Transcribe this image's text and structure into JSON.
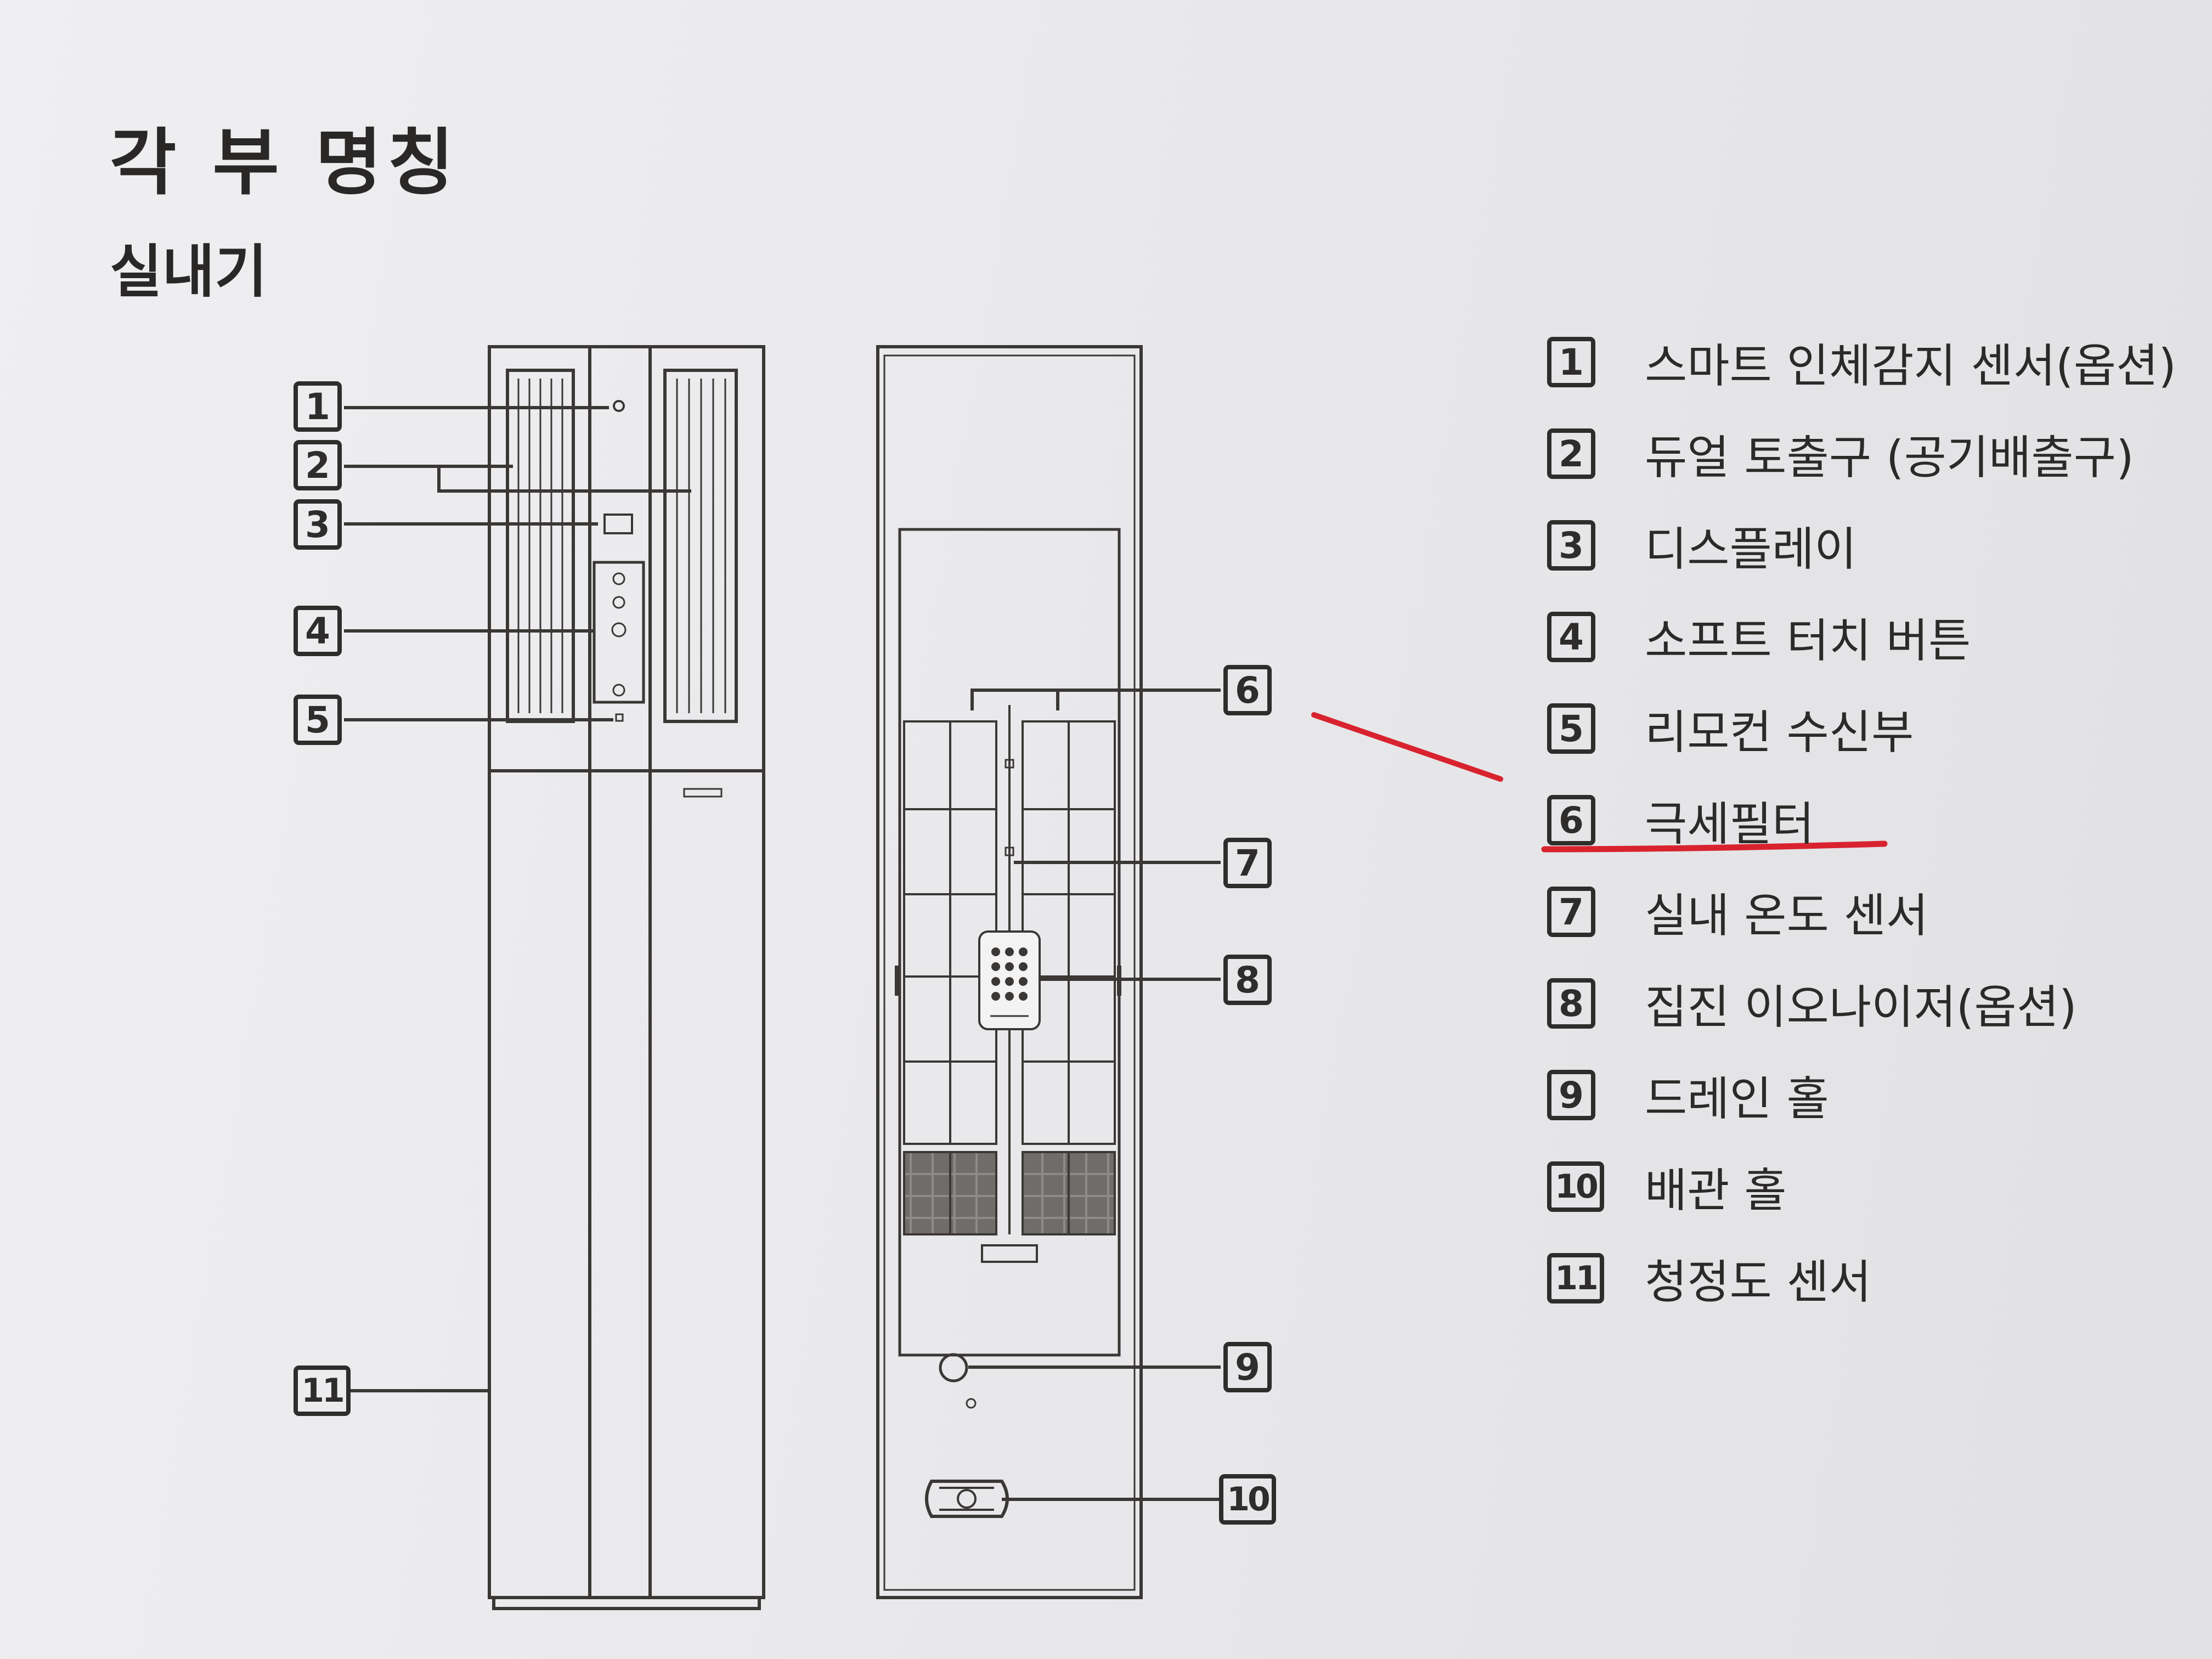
{
  "title": "각 부 명칭",
  "subtitle": "실내기",
  "callouts": {
    "c1": "1",
    "c2": "2",
    "c3": "3",
    "c4": "4",
    "c5": "5",
    "c6": "6",
    "c7": "7",
    "c8": "8",
    "c9": "9",
    "c10": "10",
    "c11": "11"
  },
  "legend": [
    {
      "number": "1",
      "label": "스마트 인체감지 센서(옵션)"
    },
    {
      "number": "2",
      "label": "듀얼 토출구 (공기배출구)"
    },
    {
      "number": "3",
      "label": "디스플레이"
    },
    {
      "number": "4",
      "label": "소프트 터치 버튼"
    },
    {
      "number": "5",
      "label": "리모컨 수신부"
    },
    {
      "number": "6",
      "label": "극세필터"
    },
    {
      "number": "7",
      "label": "실내 온도 센서"
    },
    {
      "number": "8",
      "label": "집진 이오나이저(옵션)"
    },
    {
      "number": "9",
      "label": "드레인 홀"
    },
    {
      "number": "10",
      "label": "배관 홀"
    },
    {
      "number": "11",
      "label": "청정도 센서"
    }
  ],
  "annotation_color": "#d8232f"
}
